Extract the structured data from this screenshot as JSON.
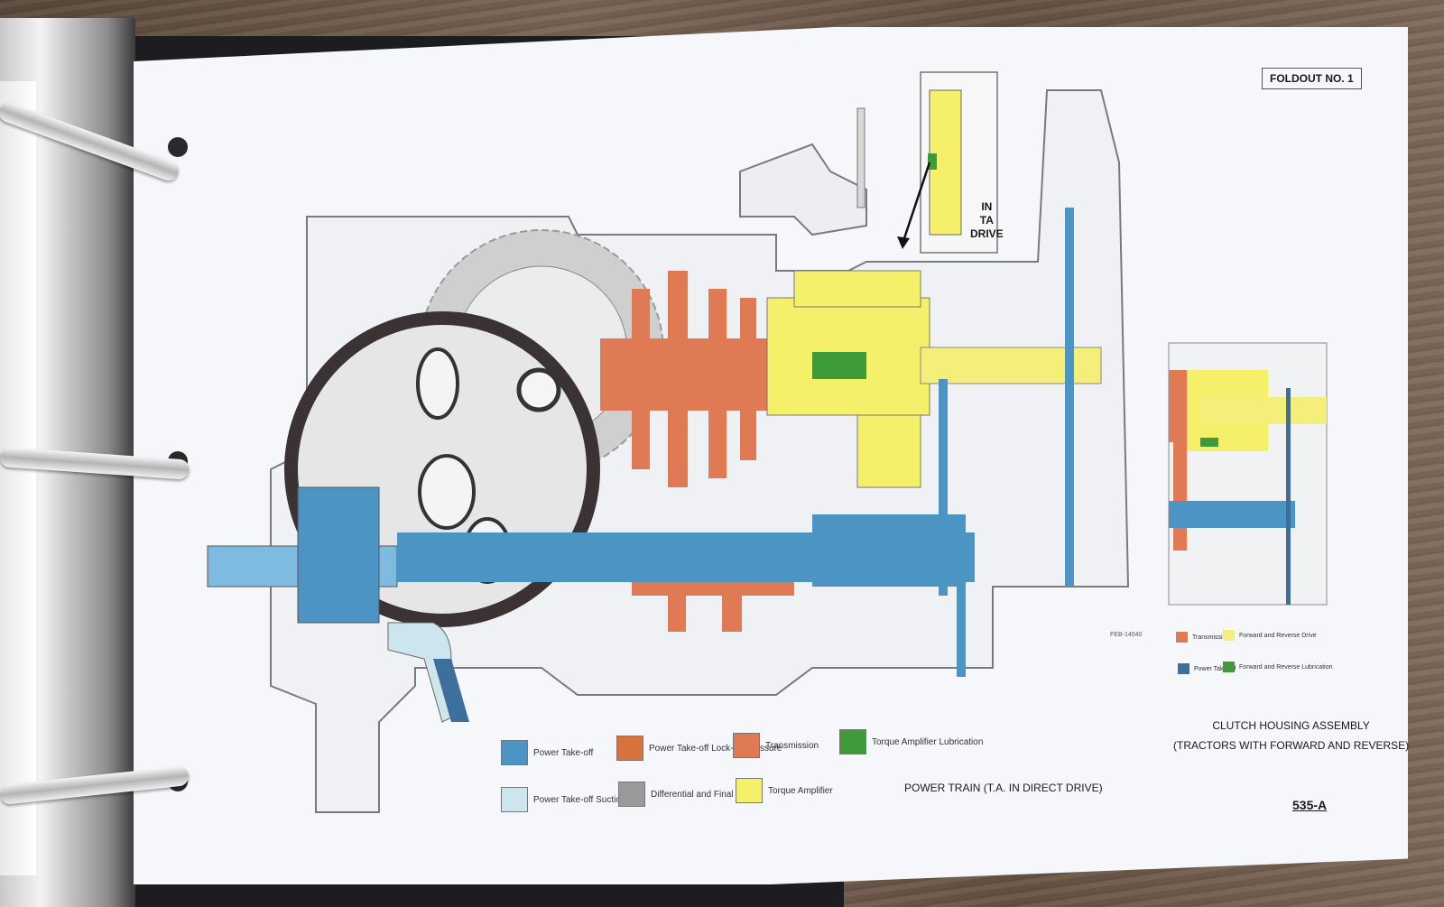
{
  "header": {
    "foldout": "FOLDOUT NO. 1"
  },
  "inset": {
    "line1": "IN",
    "line2": "TA",
    "line3": "DRIVE"
  },
  "colors": {
    "pto": "#4b94c4",
    "pto_suction": "#cde6ee",
    "pto_lockup": "#d9713f",
    "transmission": "#e07a55",
    "diff": "#9a9a9a",
    "torque_amp": "#f5f06a",
    "ta_lube": "#3e9b3a",
    "fwd_rev_drive": "#f3ef7a",
    "fwd_rev_lube": "#3e9b3a"
  },
  "legend": [
    {
      "label": "Power Take-off",
      "color": "#4b94c4"
    },
    {
      "label": "Power Take-off Lock-up Pressure",
      "color": "#d9713f"
    },
    {
      "label": "Transmission",
      "color": "#e07a55"
    },
    {
      "label": "Torque Amplifier Lubrication",
      "color": "#3e9b3a"
    },
    {
      "label": "Power Take-off Suction",
      "color": "#cde6ee"
    },
    {
      "label": "Differential and Final Drive",
      "color": "#9a9a9a"
    },
    {
      "label": "Torque Amplifier",
      "color": "#f5f06a"
    }
  ],
  "small_legend": [
    {
      "label": "Transmission",
      "color": "#e07a55"
    },
    {
      "label": "Forward and Reverse Drive",
      "color": "#f3ef7a"
    },
    {
      "label": "Power Take-off",
      "color": "#3d6f9c"
    },
    {
      "label": "Forward and Reverse Lubrication",
      "color": "#3e9b3a"
    }
  ],
  "figure_no": "FEB-14040",
  "caption_main": "POWER TRAIN (T.A. IN DIRECT DRIVE)",
  "caption_clutch_1": "CLUTCH HOUSING ASSEMBLY",
  "caption_clutch_2": "(TRACTORS WITH FORWARD AND REVERSE)",
  "page_number": "535-A"
}
